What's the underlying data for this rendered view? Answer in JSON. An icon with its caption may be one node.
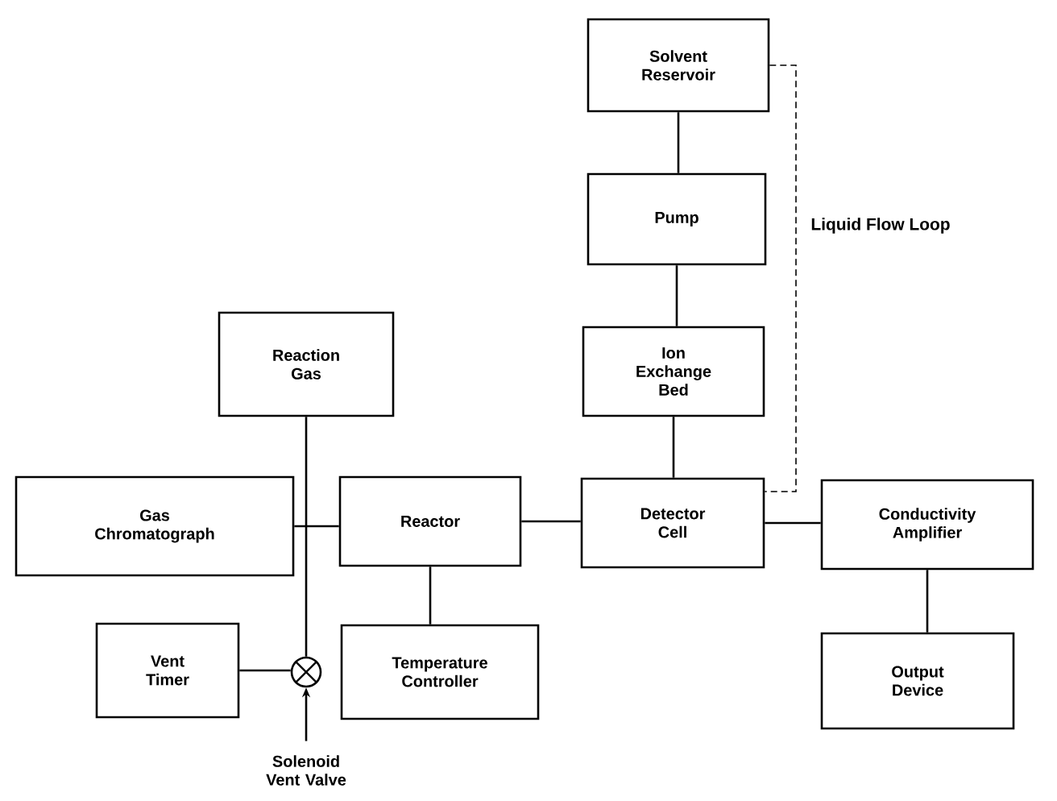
{
  "diagram": {
    "nodes": [
      {
        "text": [
          "Solvent Reservoir"
        ]
      },
      {
        "text": [
          "Pump"
        ]
      },
      {
        "text": [
          "Ion Exchange Bed"
        ]
      },
      {
        "text": [
          "Reaction Gas"
        ]
      },
      {
        "text": [
          "Gas Chromatograph"
        ]
      },
      {
        "text": [
          "Reactor"
        ]
      },
      {
        "text": [
          "Detector Cell"
        ]
      },
      {
        "text": [
          "Conductivity Amplifier"
        ]
      },
      {
        "text": [
          "Vent Timer"
        ]
      },
      {
        "text": [],
        "shape": "circle"
      },
      {
        "text": [
          "Temperature Controller"
        ]
      },
      {
        "text": [
          "Output Device"
        ]
      },
      {
        "text": [
          "Solenoid Vent Valve"
        ]
      }
    ],
    "edges": [
      {
        "from": 0,
        "to": 1,
        "arrow": "none"
      },
      {
        "from": 1,
        "to": 2,
        "arrow": "none"
      },
      {
        "from": 2,
        "to": 6,
        "arrow": "none"
      },
      {
        "from": 3,
        "to": 9,
        "arrow": "none"
      },
      {
        "from": 4,
        "to": 5,
        "arrow": "none"
      },
      {
        "from": 5,
        "to": 6,
        "arrow": "none"
      },
      {
        "from": 6,
        "to": 7,
        "arrow": "none"
      },
      {
        "from": 5,
        "to": 10,
        "arrow": "none"
      },
      {
        "from": 7,
        "to": 11,
        "arrow": "none"
      },
      {
        "from": 8,
        "to": 9,
        "arrow": "none"
      },
      {
        "from": 12,
        "to": 9,
        "arrow": "to"
      },
      {
        "from": 0,
        "to": 6,
        "arrow": "none",
        "style": "dashed",
        "label": "Liquid Flow Loop"
      }
    ]
  }
}
